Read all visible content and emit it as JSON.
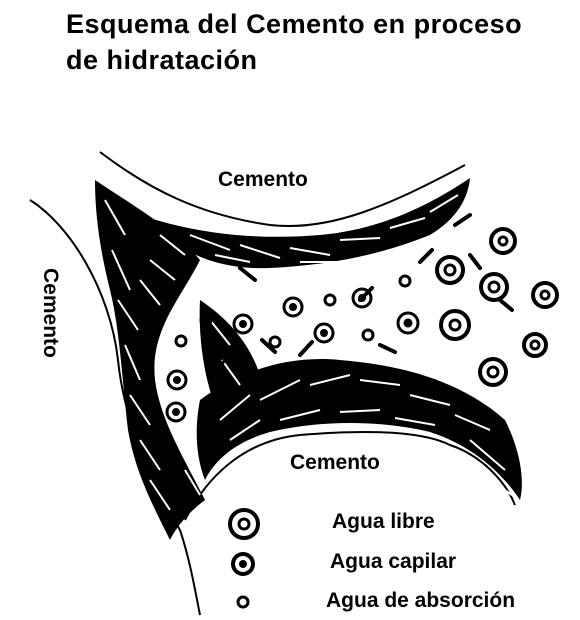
{
  "title": {
    "line1": "Esquema del Cemento en proceso",
    "line2": "de hidratación"
  },
  "labels": {
    "top": "Cemento",
    "left": "Cemento",
    "bottom": "Cemento"
  },
  "legend": {
    "free_water": "Agua libre",
    "capillary_water": "Agua capilar",
    "absorption_water": "Agua de absorción"
  },
  "colors": {
    "ink": "#000000",
    "paper": "#ffffff"
  }
}
